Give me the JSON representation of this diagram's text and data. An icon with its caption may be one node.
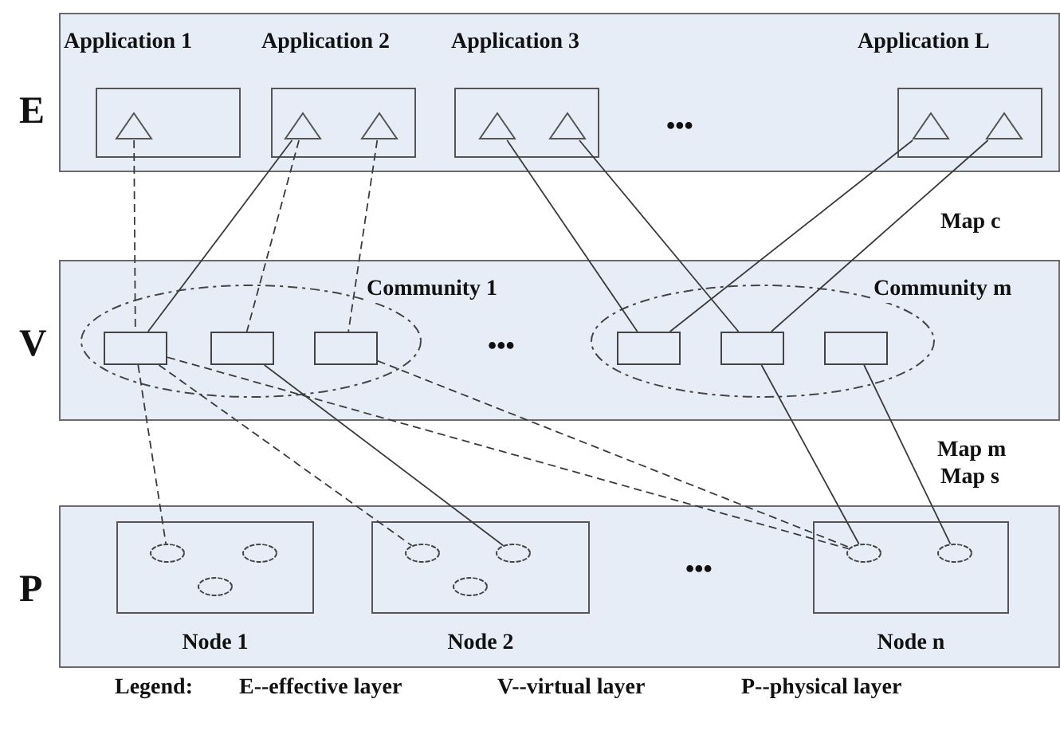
{
  "diagram": {
    "nodes": [
      {
        "text": [
          "E"
        ]
      },
      {
        "text": [
          "Application 1"
        ],
        "in": 0
      },
      {
        "text": [],
        "shape": "triangle",
        "in": 1
      },
      {
        "text": [
          "Application 2"
        ],
        "in": 0
      },
      {
        "text": [],
        "shape": "triangle",
        "in": 3
      },
      {
        "text": [],
        "shape": "triangle",
        "in": 3
      },
      {
        "text": [
          "Application 3"
        ],
        "in": 0
      },
      {
        "text": [],
        "shape": "triangle",
        "in": 6
      },
      {
        "text": [],
        "shape": "triangle",
        "in": 6
      },
      {
        "text": [
          "Application L"
        ],
        "in": 0
      },
      {
        "text": [],
        "shape": "triangle",
        "in": 9
      },
      {
        "text": [],
        "shape": "triangle",
        "in": 9
      },
      {
        "text": [
          "V"
        ]
      },
      {
        "text": [
          "Community 1"
        ],
        "in": 12
      },
      {
        "text": [],
        "shape": "box",
        "in": 13
      },
      {
        "text": [],
        "shape": "box",
        "in": 13
      },
      {
        "text": [],
        "shape": "box",
        "in": 13
      },
      {
        "text": [
          "Community m"
        ],
        "in": 12
      },
      {
        "text": [],
        "shape": "box",
        "in": 17
      },
      {
        "text": [],
        "shape": "box",
        "in": 17
      },
      {
        "text": [],
        "shape": "box",
        "in": 17
      },
      {
        "text": [
          "P"
        ]
      },
      {
        "text": [
          "Node 1"
        ],
        "in": 21
      },
      {
        "text": [],
        "shape": "ellipse",
        "in": 22
      },
      {
        "text": [],
        "shape": "ellipse",
        "in": 22
      },
      {
        "text": [],
        "shape": "ellipse",
        "in": 22
      },
      {
        "text": [
          "Node 2"
        ],
        "in": 21
      },
      {
        "text": [],
        "shape": "ellipse",
        "in": 26
      },
      {
        "text": [],
        "shape": "ellipse",
        "in": 26
      },
      {
        "text": [],
        "shape": "ellipse",
        "in": 26
      },
      {
        "text": [
          "Node n"
        ],
        "in": 21
      },
      {
        "text": [],
        "shape": "ellipse",
        "in": 30
      },
      {
        "text": [],
        "shape": "ellipse",
        "in": 30
      }
    ],
    "edges": [
      {
        "from": 2,
        "to": 14,
        "arrow": "none",
        "style": "dashed"
      },
      {
        "from": 4,
        "to": 14,
        "arrow": "none"
      },
      {
        "from": 4,
        "to": 15,
        "arrow": "none",
        "style": "dashed"
      },
      {
        "from": 5,
        "to": 16,
        "arrow": "none",
        "style": "dashed"
      },
      {
        "from": 7,
        "to": 18,
        "arrow": "none"
      },
      {
        "from": 8,
        "to": 19,
        "arrow": "none"
      },
      {
        "from": 10,
        "to": 18,
        "arrow": "none"
      },
      {
        "from": 11,
        "to": 19,
        "arrow": "none"
      },
      {
        "from": 14,
        "to": 23,
        "arrow": "none",
        "style": "dashed"
      },
      {
        "from": 14,
        "to": 27,
        "arrow": "none",
        "style": "dashed"
      },
      {
        "from": 15,
        "to": 28,
        "arrow": "none"
      },
      {
        "from": 14,
        "to": 31,
        "arrow": "none",
        "style": "dashed"
      },
      {
        "from": 16,
        "to": 31,
        "arrow": "none",
        "style": "dashed"
      },
      {
        "from": 19,
        "to": 31,
        "arrow": "none"
      },
      {
        "from": 20,
        "to": 32,
        "arrow": "none"
      }
    ],
    "labels": [
      "•••",
      "Map c",
      "•••",
      "Map m",
      "Map s",
      "•••",
      "Legend:",
      "E--effective layer",
      "V--virtual layer",
      "P--physical layer"
    ]
  }
}
